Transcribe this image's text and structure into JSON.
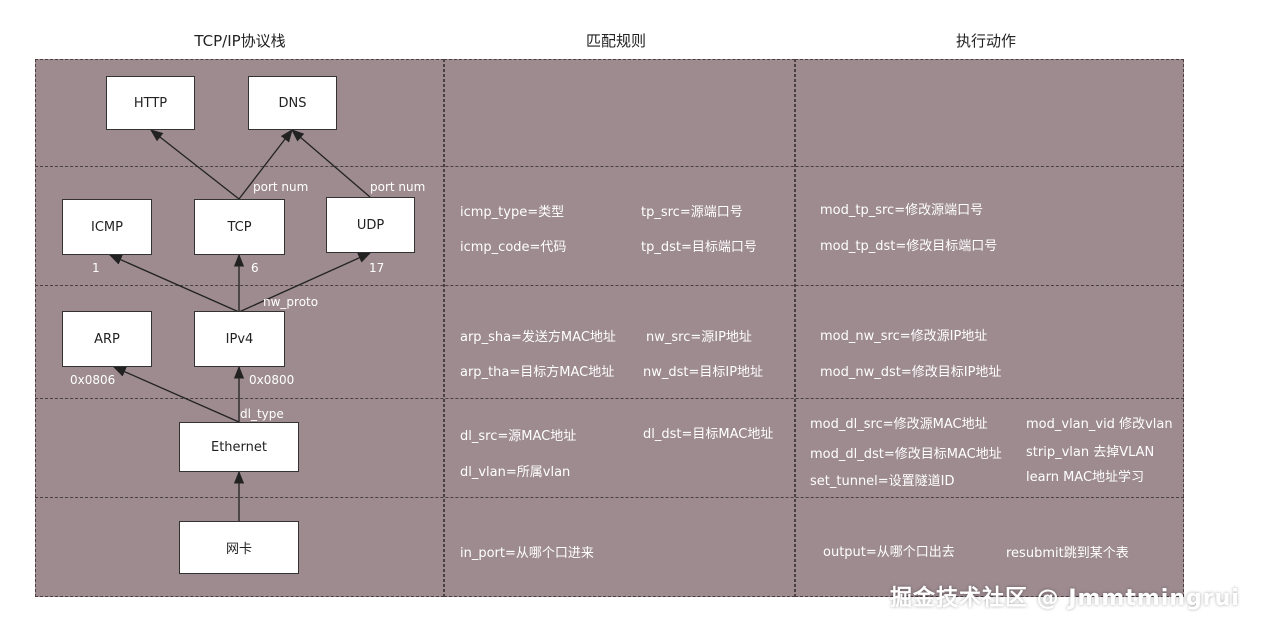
{
  "headers": {
    "stack": "TCP/IP协议栈",
    "match": "匹配规则",
    "action": "执行动作"
  },
  "nodes": {
    "http": "HTTP",
    "dns": "DNS",
    "icmp": "ICMP",
    "tcp": "TCP",
    "udp": "UDP",
    "arp": "ARP",
    "ipv4": "IPv4",
    "ethernet": "Ethernet",
    "nic": "网卡"
  },
  "edge_labels": {
    "port_num_tcp": "port num",
    "port_num_udp": "port num",
    "proto_1": "1",
    "proto_6": "6",
    "proto_17": "17",
    "nw_proto": "nw_proto",
    "type_arp": "0x0806",
    "type_ipv4": "0x0800",
    "dl_type": "dl_type"
  },
  "match_rules": {
    "row2": [
      "icmp_type=类型",
      "tp_src=源端口号",
      "icmp_code=代码",
      "tp_dst=目标端口号"
    ],
    "row3": [
      "arp_sha=发送方MAC地址",
      "nw_src=源IP地址",
      "arp_tha=目标方MAC地址",
      "nw_dst=目标IP地址"
    ],
    "row4": [
      "dl_src=源MAC地址",
      "dl_dst=目标MAC地址",
      "dl_vlan=所属vlan"
    ],
    "row5": [
      "in_port=从哪个口进来"
    ]
  },
  "actions": {
    "row2": [
      "mod_tp_src=修改源端口号",
      "mod_tp_dst=修改目标端口号"
    ],
    "row3": [
      "mod_nw_src=修改源IP地址",
      "mod_nw_dst=修改目标IP地址"
    ],
    "row4": [
      "mod_dl_src=修改源MAC地址",
      "mod_vlan_vid 修改vlan",
      "mod_dl_dst=修改目标MAC地址",
      "strip_vlan 去掉VLAN",
      "set_tunnel=设置隧道ID",
      "learn MAC地址学习"
    ],
    "row5": [
      "output=从哪个口出去",
      "resubmit跳到某个表"
    ]
  },
  "watermark": "掘金技术社区 @ Jmmtmingrui"
}
